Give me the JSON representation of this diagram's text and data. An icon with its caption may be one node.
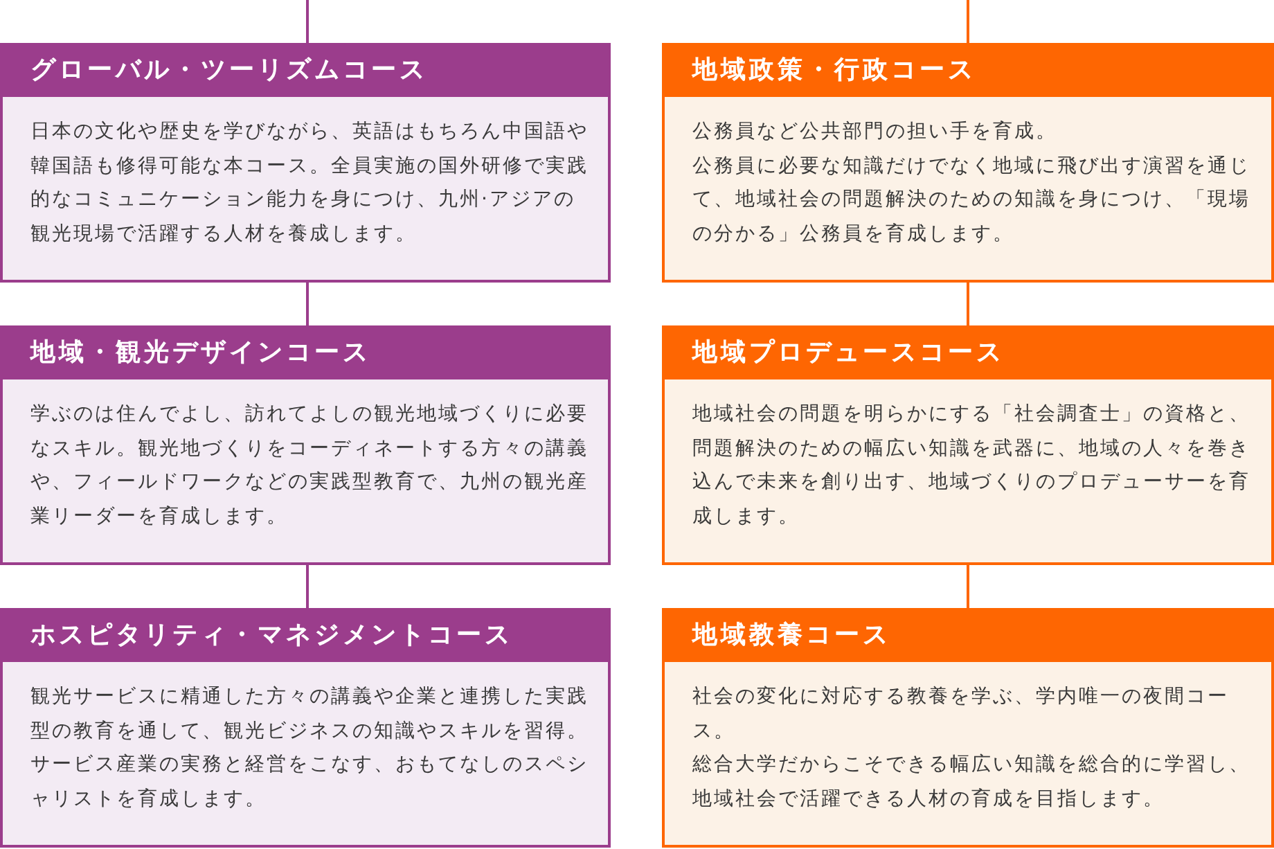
{
  "diagram": {
    "nodes": [
      {
        "text": [
          "グローバル・ツーリズムコース",
          "日本の文化や歴史を学びながら、英語はもちろん中国語や韓国語も修得可能な本コース。全員実施の国外研修で実践的なコミュニケーション能力を身につけ、九州·アジアの観光現場で活躍する人材を養成します。"
        ]
      },
      {
        "text": [
          "地域・観光デザインコース",
          "学ぶのは住んでよし、訪れてよしの観光地域づくりに必要なスキル。観光地づくりをコーディネートする方々の講義や、フィールドワークなどの実践型教育で、九州の観光産業リーダーを育成します。"
        ]
      },
      {
        "text": [
          "ホスピタリティ・マネジメントコース",
          "観光サービスに精通した方々の講義や企業と連携した実践型の教育を通して、観光ビジネスの知識やスキルを習得。サービス産業の実務と経営をこなす、おもてなしのスペシャリストを育成します。"
        ]
      },
      {
        "text": [
          "地域政策・行政コース",
          "公務員など公共部門の担い手を育成。",
          "公務員に必要な知識だけでなく地域に飛び出す演習を通じて、地域社会の問題解決のための知識を身につけ、「現場の分かる」公務員を育成します。"
        ]
      },
      {
        "text": [
          "地域プロデュースコース",
          "地域社会の問題を明らかにする「社会調査士」の資格と、問題解決のための幅広い知識を武器に、地域の人々を巻き込んで未来を創り出す、地域づくりのプロデューサーを育成します。"
        ]
      },
      {
        "text": [
          "地域教養コース",
          "社会の変化に対応する教養を学ぶ、学内唯一の夜間コース。",
          "総合大学だからこそできる幅広い知識を総合的に学習し、地域社会で活躍できる人材の育成を目指します。"
        ]
      }
    ],
    "edges": [
      {
        "from": null,
        "to": 0,
        "arrow": "none",
        "color": "#9b3d8c"
      },
      {
        "from": 0,
        "to": 1,
        "arrow": "none",
        "color": "#9b3d8c"
      },
      {
        "from": 1,
        "to": 2,
        "arrow": "none",
        "color": "#9b3d8c"
      },
      {
        "from": null,
        "to": 3,
        "arrow": "none",
        "color": "#fe6602"
      },
      {
        "from": 3,
        "to": 4,
        "arrow": "none",
        "color": "#fe6602"
      },
      {
        "from": 4,
        "to": 5,
        "arrow": "none",
        "color": "#fe6602"
      }
    ]
  }
}
